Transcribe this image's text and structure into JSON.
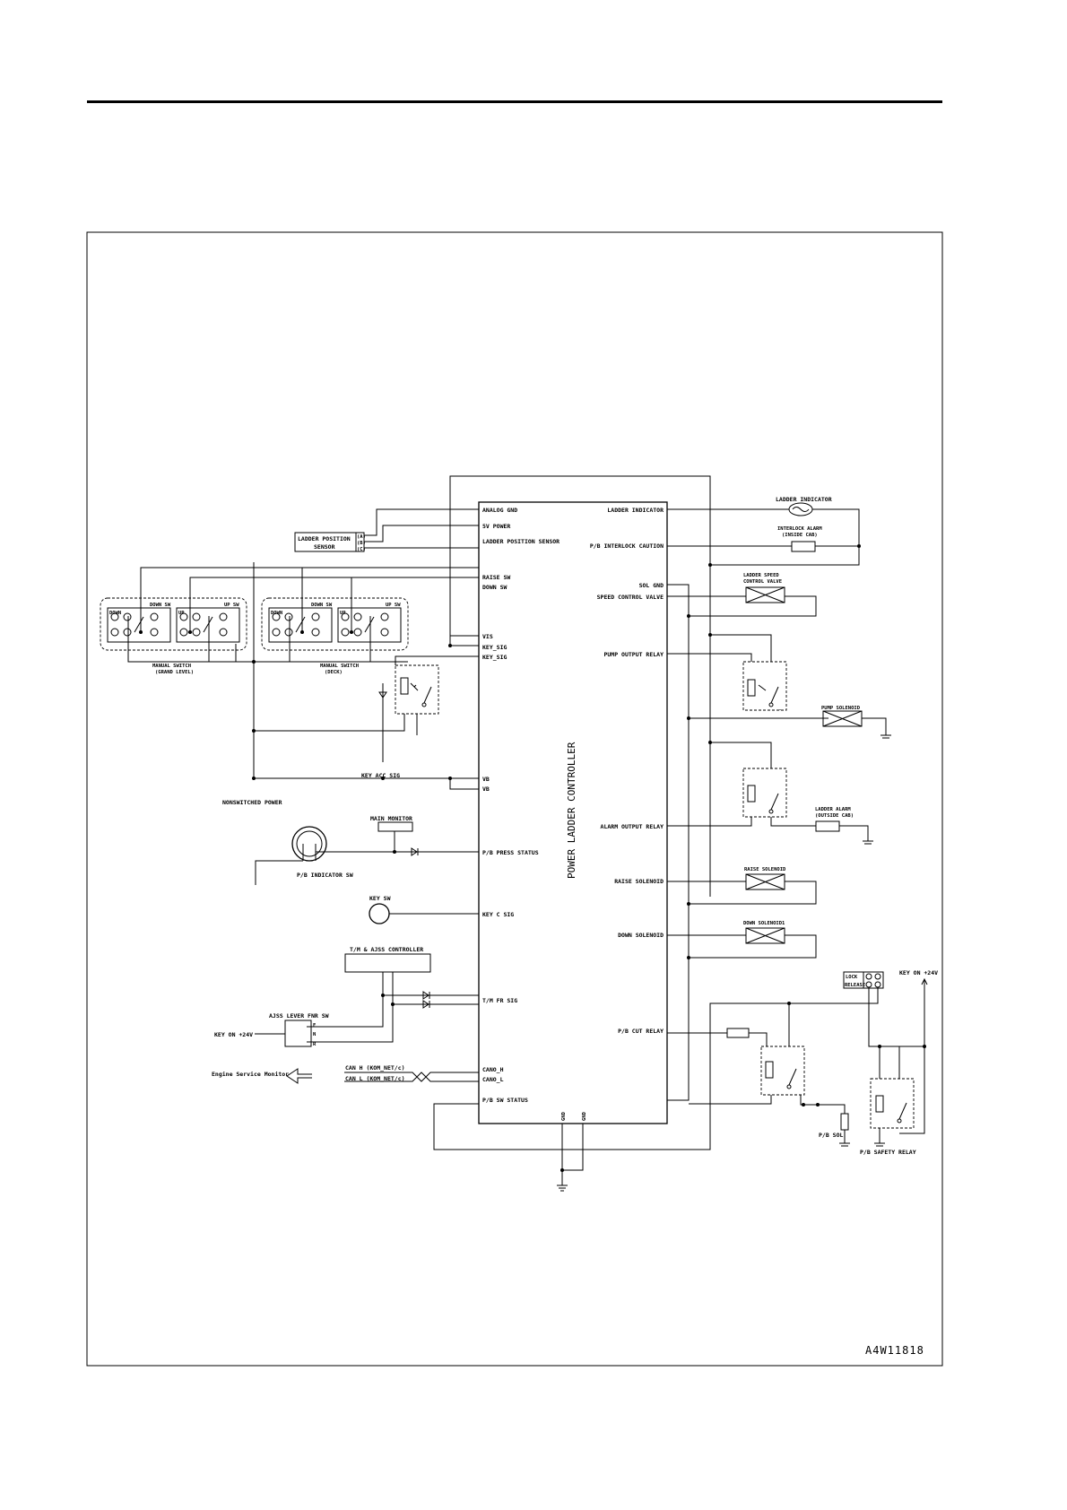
{
  "document": {
    "code": "A4W11818"
  },
  "controller": {
    "name": "POWER LADDER CONTROLLER",
    "left_pins": [
      "ANALOG GND",
      "5V POWER",
      "LADDER POSITION SENSOR",
      "RAISE SW",
      "DOWN SW",
      "VIS",
      "KEY_SIG",
      "KEY_SIG",
      "VB",
      "VB",
      "P/B PRESS STATUS",
      "KEY C SIG",
      "T/M FR SIG",
      "CANO_H",
      "CANO_L",
      "P/B SW STATUS"
    ],
    "right_pins": [
      "LADDER INDICATOR",
      "P/B INTERLOCK CAUTION",
      "SOL GND",
      "SPEED CONTROL VALVE",
      "PUMP OUTPUT RELAY",
      "ALARM OUTPUT RELAY",
      "RAISE SOLENOID",
      "DOWN SOLENOID",
      "P/B CUT RELAY"
    ],
    "bottom_pins": [
      "GND",
      "GND"
    ]
  },
  "components": {
    "ladder_position_sensor": {
      "label_line1": "LADDER POSITION",
      "label_line2": "SENSOR",
      "pins": [
        "(A)",
        "(B)",
        "(C)"
      ]
    },
    "manual_switch_grand": {
      "down_box": "DOWN",
      "down_sw": "DOWN SW",
      "up_box": "UP",
      "up_sw": "UP SW",
      "caption_line1": "MANUAL SWITCH",
      "caption_line2": "(GRAND LEVEL)"
    },
    "manual_switch_deck": {
      "down_box": "DOWN",
      "down_sw": "DOWN SW",
      "up_box": "UP",
      "up_sw": "UP SW",
      "caption_line1": "MANUAL SWITCH",
      "caption_line2": "(DECK)"
    },
    "key_acc_sig": "KEY ACC SIG",
    "nonswitched_power": "NONSWITCHED POWER",
    "main_monitor": "MAIN MONITOR",
    "pb_indicator_sw": "P/B INDICATOR SW",
    "key_sw": "KEY SW",
    "tm_ajss_controller": "T/M & AJSS CONTROLLER",
    "ajss_lever": {
      "label": "AJSS LEVER FNR SW",
      "positions": [
        "F",
        "N",
        "R"
      ]
    },
    "key_on_left": "KEY ON +24V",
    "engine_service_monitor": "Engine Service Monitor",
    "can_h": "CAN H (KOM_NET/c)",
    "can_l": "CAN L (KOM_NET/c)",
    "ladder_indicator": "LADDER INDICATOR",
    "interlock_alarm": {
      "line1": "INTERLOCK ALARM",
      "line2": "(INSIDE CAB)"
    },
    "ladder_speed_valve": {
      "line1": "LADDER SPEED",
      "line2": "CONTROL VALVE"
    },
    "pump_solenoid": "PUMP SOLENOID",
    "ladder_alarm": {
      "line1": "LADDER ALARM",
      "line2": "(OUTSIDE CAB)"
    },
    "raise_solenoid": "RAISE SOLENOID",
    "down_solenoid": "DOWN SOLENOID1",
    "lock_release": {
      "lock": "LOCK",
      "release": "RELEASE"
    },
    "key_on_right": "KEY ON +24V",
    "pb_sol": "P/B SOL",
    "pb_safety_relay": "P/B SAFETY RELAY"
  }
}
